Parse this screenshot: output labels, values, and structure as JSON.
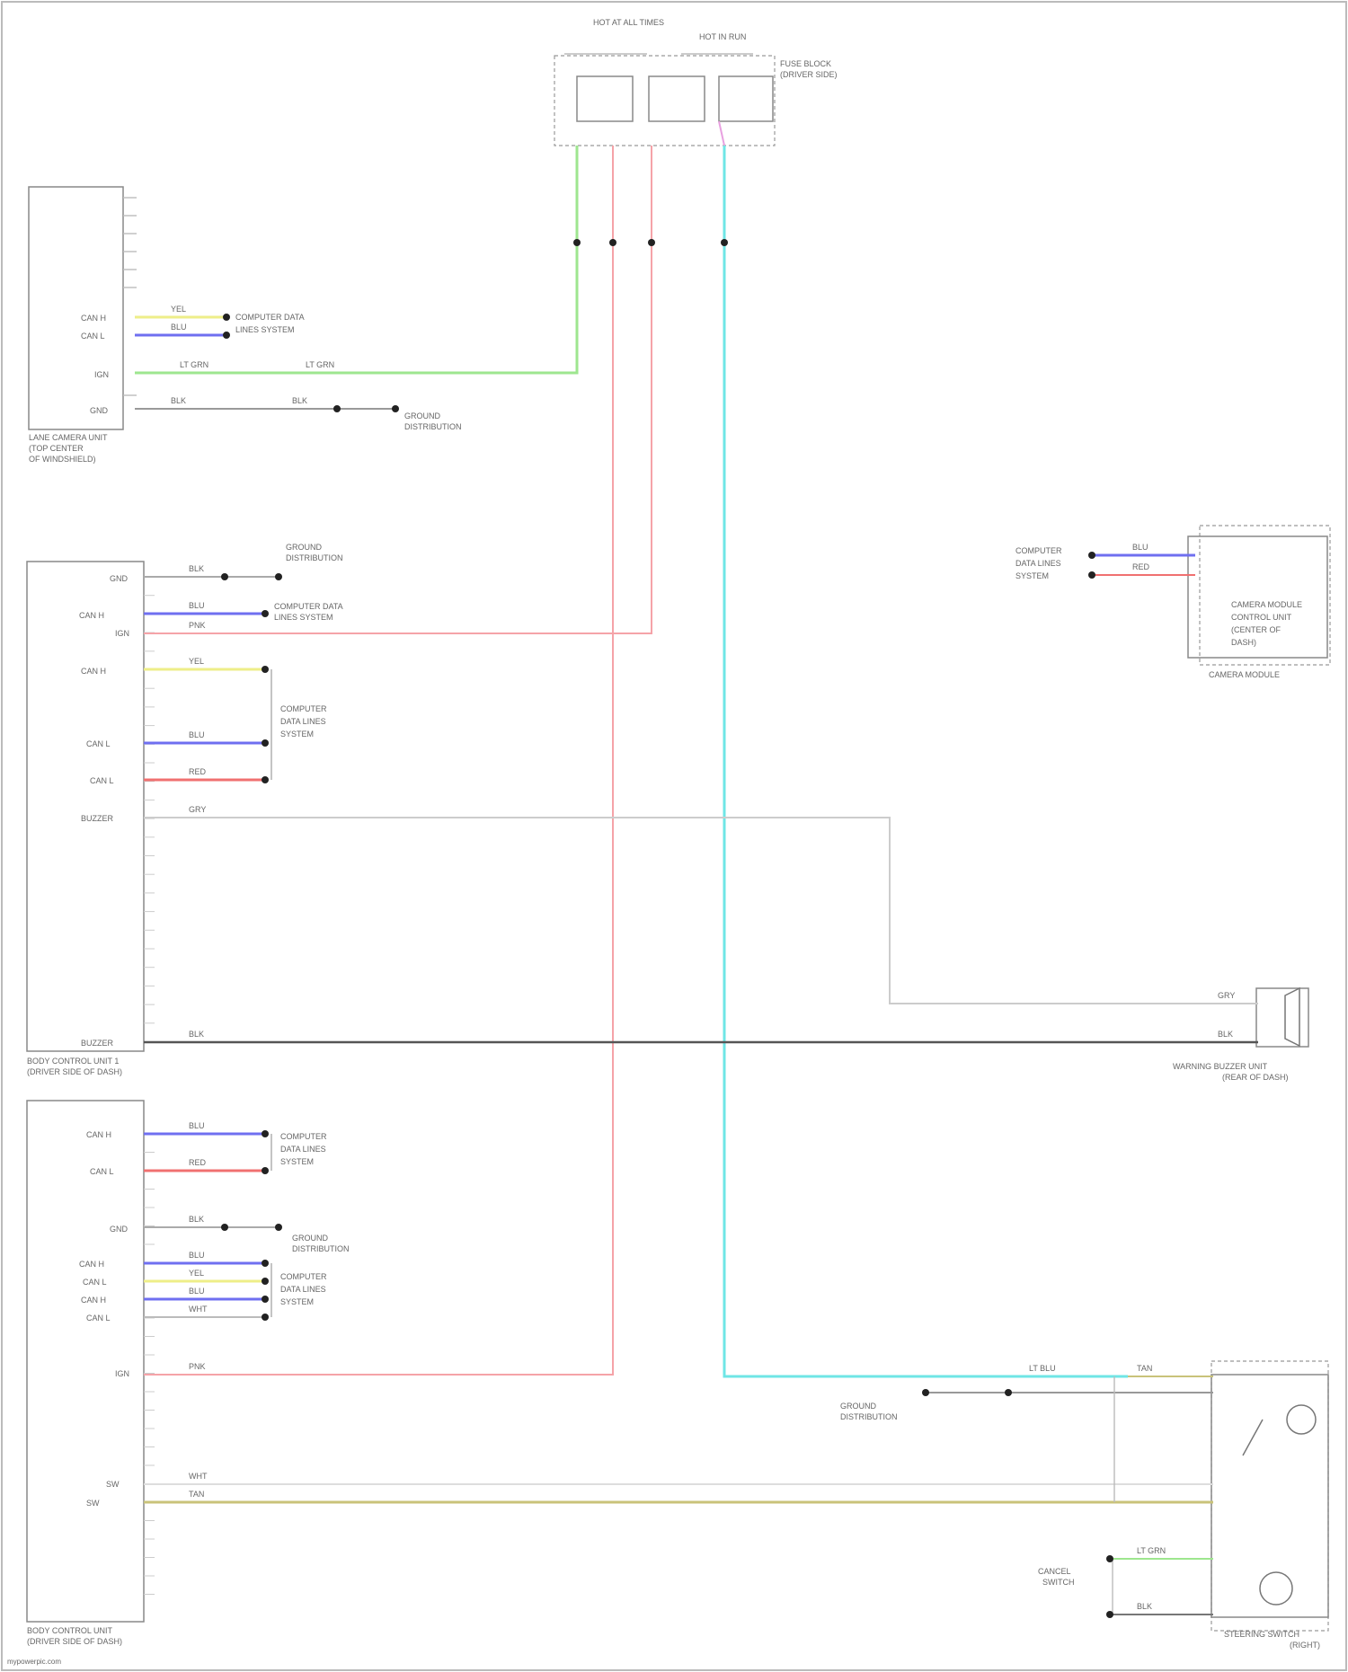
{
  "components": {
    "fuse_block_top": [
      "HOT AT ALL TIMES",
      "HOT IN RUN",
      "FUSE BLOCK",
      "(DRIVER SIDE)"
    ],
    "lane_camera": [
      "LANE CAMERA UNIT",
      "(TOP CENTER",
      "OF WINDSHIELD)"
    ],
    "body_control_1": [
      "BODY CONTROL UNIT 1",
      "(DRIVER SIDE OF DASH)"
    ],
    "body_control_2": [
      "BODY CONTROL UNIT",
      "(DRIVER SIDE OF DASH)"
    ],
    "right_module": [
      "CAMERA MODULE",
      "CONTROL UNIT",
      "(CENTER OF",
      "DASH)"
    ],
    "right_module_footer": "CAMERA MODULE",
    "warning_buzzer": [
      "WARNING BUZZER UNIT",
      "(REAR OF DASH)"
    ],
    "steering_switch": [
      "STEERING SWITCH",
      "(RIGHT)"
    ]
  },
  "pin_labels": {
    "lane_camera": [
      "CAN H",
      "CAN L",
      "IGN",
      "GND"
    ],
    "body_control_1": [
      "GND",
      "CAN H",
      "IGN",
      "CAN H",
      "CAN L",
      "CAN L",
      "BUZZER",
      "BUZZER"
    ],
    "body_control_2": [
      "CAN H",
      "CAN L",
      "GND",
      "CAN H",
      "CAN L",
      "CAN H",
      "CAN L",
      "IGN",
      "SW",
      "SW"
    ]
  },
  "wire_colors": {
    "lt_grn": "LT GRN",
    "yel": "YEL",
    "blu": "BLU",
    "red": "RED",
    "pnk": "PNK",
    "blk": "BLK",
    "wht": "WHT",
    "gry": "GRY",
    "lt_blu": "LT BLU",
    "tan": "TAN"
  },
  "references": {
    "can_system_1": [
      "COMPUTER DATA",
      "LINES SYSTEM"
    ],
    "can_system_2": [
      "COMPUTER DATA",
      "LINES SYSTEM"
    ],
    "can_system_3": [
      "COMPUTER",
      "DATA LINES",
      "SYSTEM"
    ],
    "can_system_4": [
      "COMPUTER",
      "DATA LINES",
      "SYSTEM"
    ],
    "ground_1": [
      "GROUND",
      "DISTRIBUTION"
    ],
    "ground_2": [
      "GROUND",
      "DISTRIBUTION"
    ],
    "ground_3": [
      "GROUND",
      "DISTRIBUTION"
    ],
    "cancel_switch": [
      "CANCEL",
      "SWITCH"
    ]
  },
  "footer": "mypowerpic.com",
  "colors": {
    "green": "#9ee68f",
    "pink": "#f5a3a8",
    "cyan": "#6fe6e6",
    "yellow": "#eeee88",
    "blue": "#6f6ff0",
    "red": "#f07070",
    "black": "#555555",
    "gray": "#cccccc",
    "olive": "#c9c37a"
  }
}
